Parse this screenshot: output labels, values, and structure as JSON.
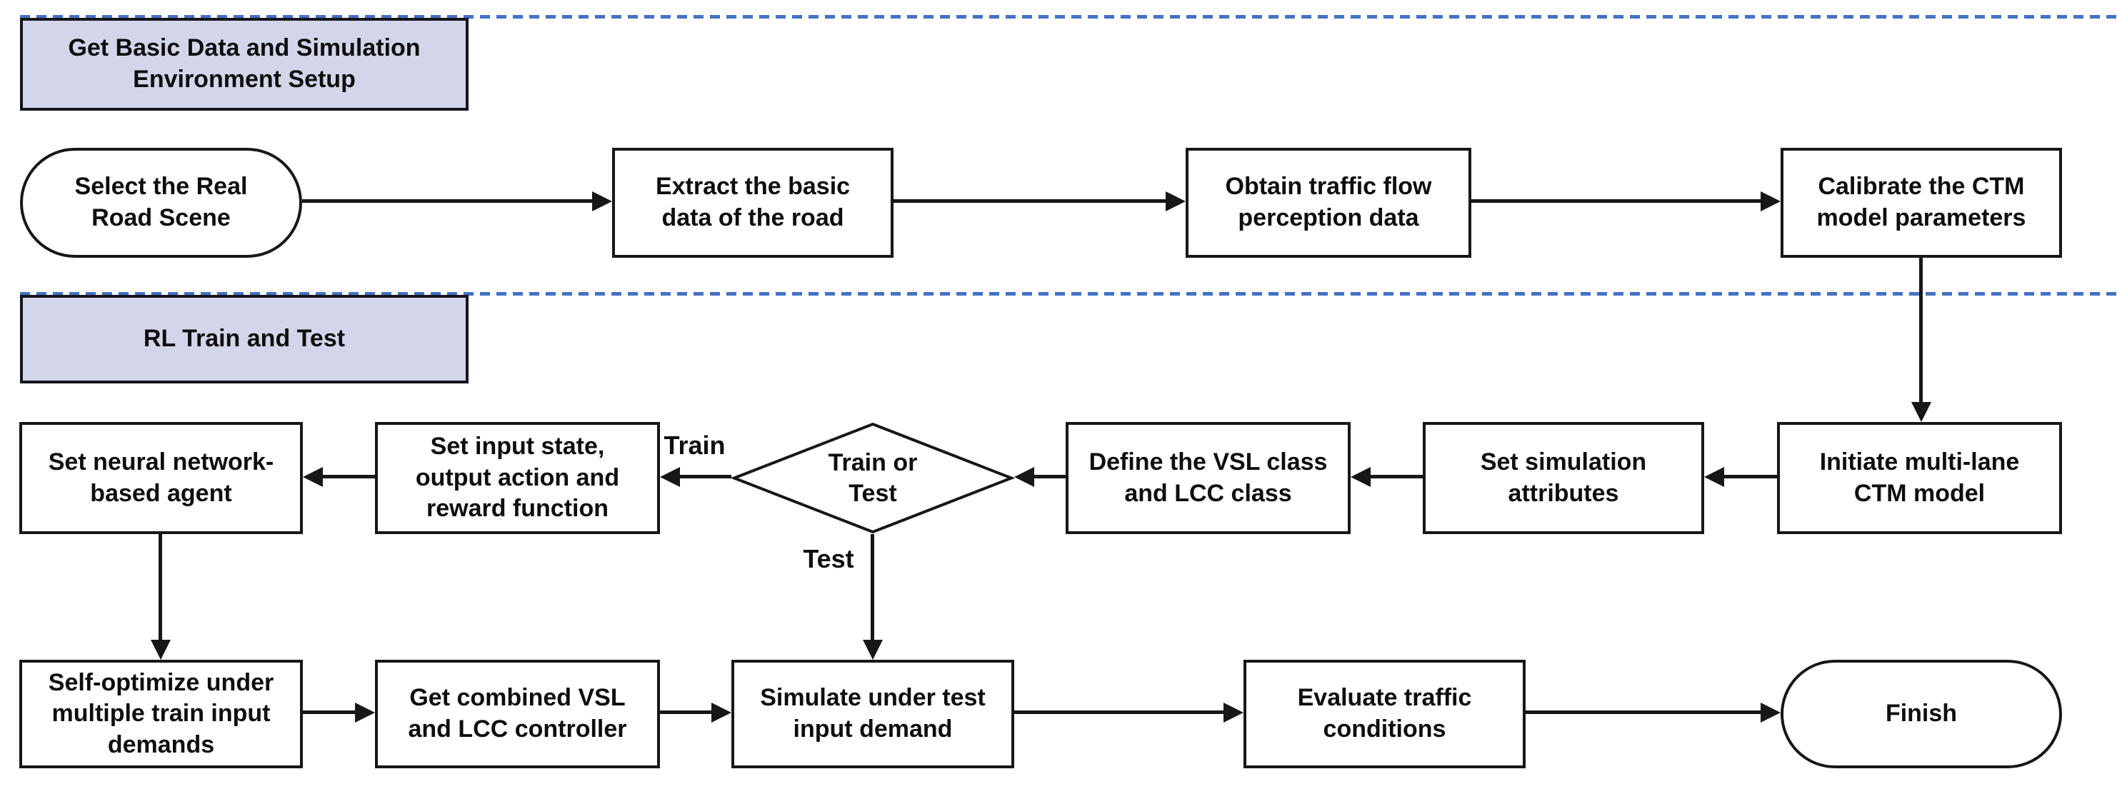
{
  "sections": {
    "basic_data": {
      "label": "Get Basic Data and Simulation\nEnvironment Setup"
    },
    "rl": {
      "label": "RL Train and Test"
    }
  },
  "nodes": {
    "select_road": {
      "label": "Select the Real\nRoad Scene"
    },
    "extract": {
      "label": "Extract the basic\ndata of the road"
    },
    "obtain": {
      "label": "Obtain traffic flow\nperception data"
    },
    "calibrate": {
      "label": "Calibrate the CTM\nmodel parameters"
    },
    "initiate": {
      "label": "Initiate multi-lane\nCTM model"
    },
    "set_sim": {
      "label": "Set simulation\nattributes"
    },
    "define_vsl": {
      "label": "Define the VSL class\nand LCC class"
    },
    "decision": {
      "label": "Train or\nTest"
    },
    "set_input": {
      "label": "Set input state,\noutput action and\nreward function"
    },
    "set_agent": {
      "label": "Set neural network-\nbased agent"
    },
    "self_opt": {
      "label": "Self-optimize under\nmultiple train input\ndemands"
    },
    "get_combined": {
      "label": "Get combined VSL\nand LCC controller"
    },
    "simulate": {
      "label": "Simulate under test\ninput demand"
    },
    "evaluate": {
      "label": "Evaluate traffic\nconditions"
    },
    "finish": {
      "label": "Finish"
    }
  },
  "edge_labels": {
    "train": "Train",
    "test": "Test"
  },
  "colors": {
    "section_fill": "#d3d6ea",
    "section_border": "#15151c",
    "divider_blue": "#4472c4",
    "ink": "#171717"
  }
}
